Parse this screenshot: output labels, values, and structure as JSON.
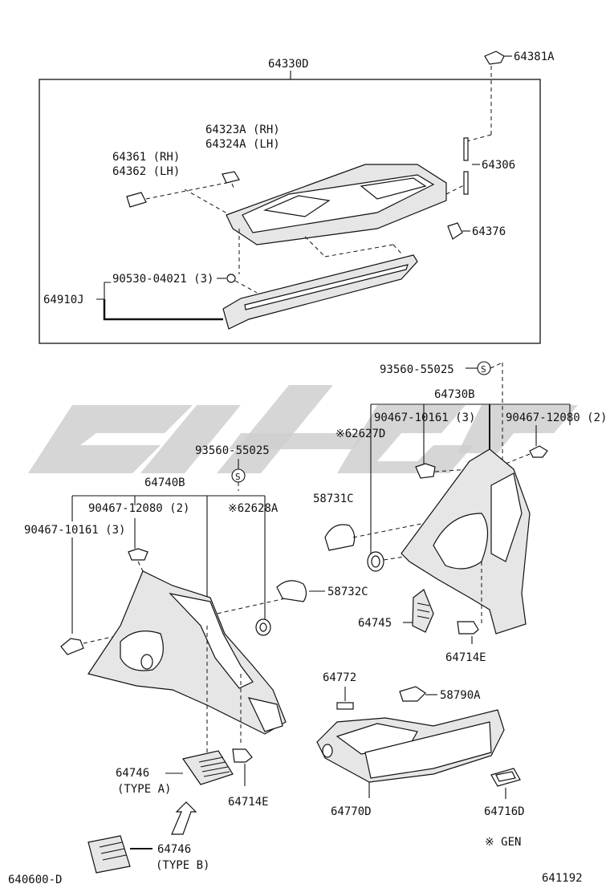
{
  "labels": {
    "p64330D": "64330D",
    "p64381A": "64381A",
    "p64323A": "64323A (RH)",
    "p64324A": "64324A (LH)",
    "p64361": "64361 (RH)",
    "p64362": "64362 (LH)",
    "p64306": "64306",
    "p64376": "64376",
    "p90530": "90530-04021 (3)",
    "p64910J": "64910J",
    "p93560_right": "93560-55025",
    "p64730B": "64730B",
    "p90467_10161_right": "90467-10161 (3)",
    "p90467_12080_right": "90467-12080 (2)",
    "p62627D": "※62627D",
    "p58731C": "58731C",
    "p93560_left": "93560-55025",
    "p64740B": "64740B",
    "p90467_12080_left": "90467-12080 (2)",
    "p62628A": "※62628A",
    "p90467_10161_left": "90467-10161 (3)",
    "p58732C": "58732C",
    "p64745": "64745",
    "p64714E_right": "64714E",
    "p64772": "64772",
    "p58790A": "58790A",
    "p64746_a": "64746",
    "type_a": "(TYPE A)",
    "p64714E_left": "64714E",
    "p64770D": "64770D",
    "p64716D": "64716D",
    "p64746_b": "64746",
    "type_b": "(TYPE B)",
    "gen_note": "※ GEN",
    "s_symbol": "S"
  },
  "footer": {
    "left_code": "640600-D",
    "right_code": "641192"
  },
  "colors": {
    "line": "#111111",
    "watermark": "#cfcfcf"
  }
}
